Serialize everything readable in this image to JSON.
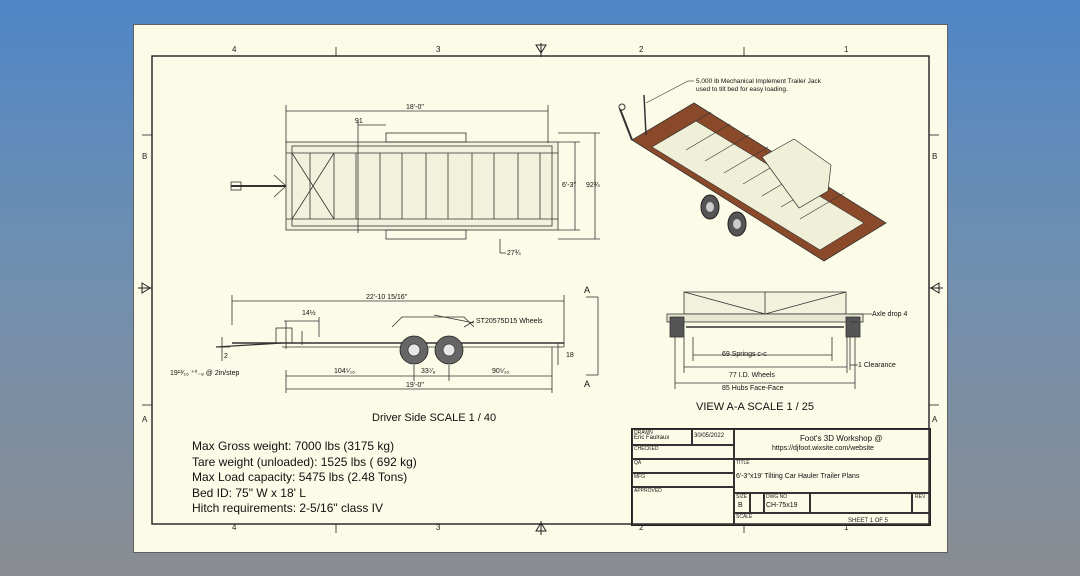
{
  "zones": {
    "columns": [
      "4",
      "3",
      "2",
      "1"
    ],
    "rows": [
      "B",
      "A"
    ]
  },
  "plan_view": {
    "dim_length": "18'-0\"",
    "dim_91": "91",
    "dim_width_inner": "6'-3\"",
    "dim_width_outer": "92¾",
    "dim_27": "27¾"
  },
  "iso_view": {
    "callout_line1": "5,000 lb Mechanical Implement Trailer Jack",
    "callout_line2": "used to tilt bed for easy loading."
  },
  "side_view": {
    "dim_overall": "22'-10 15/16\"",
    "dim_14": "14½",
    "wheel_callout": "ST20575D15 Wheels",
    "dim_2": "2",
    "dim_18": "18",
    "dim_104": "104⁵⁄₁₆",
    "dim_33": "33⁷⁄₈",
    "dim_90": "90⁵⁄₁₆",
    "dim_19": "19'-0\"",
    "jack_note": "19¹³⁄₁₆ ⁺⁰₋₈ @ 2in/step",
    "section_label": "A",
    "scale_label": "Driver Side SCALE 1 / 40"
  },
  "section_view": {
    "axle_drop": "Axle drop 4",
    "springs": "69 Springs c-c",
    "clearance": "1 Clearance",
    "wheels": "77 I.D. Wheels",
    "hubs": "85 Hubs Face-Face",
    "scale_label": "VIEW A-A SCALE 1 / 25"
  },
  "specs": [
    "Max Gross weight: 7000 lbs (3175 kg)",
    "Tare weight (unloaded): 1525 lbs ( 692 kg)",
    "Max Load capacity: 5475 lbs (2.48 Tons)",
    "Bed ID: 75\" W x 18' L",
    "Hitch requirements: 2-5/16\" class IV"
  ],
  "title_block": {
    "drawn_label": "DRAWN",
    "drawn_by": "Eric Faulraux",
    "date": "30/05/2022",
    "checked_label": "CHECKED",
    "qa_label": "QA",
    "mfg_label": "MFG",
    "approved_label": "APPROVED",
    "company": "Foot's 3D Workshop @",
    "website": "https://djfoot.wixsite.com/website",
    "title_label": "TITLE",
    "title": "6'-3\"x19' Tilting Car Hauler Trailer Plans",
    "size_label": "SIZE",
    "size": "B",
    "dwg_label": "DWG NO",
    "dwg_no": "CH-75x19",
    "rev_label": "REV",
    "scale_label": "SCALE",
    "sheet": "SHEET 1  OF 5"
  },
  "colors": {
    "paper": "#fbfbe7",
    "deck": "#8a4a2a",
    "line": "#222222"
  }
}
